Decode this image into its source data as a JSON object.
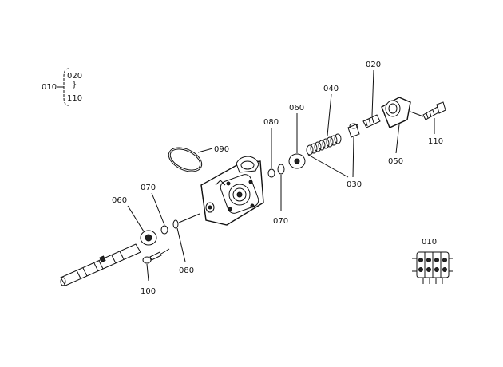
{
  "legend": {
    "main": "010",
    "sub_top": "020",
    "sub_bottom": "110"
  },
  "callouts": {
    "c020": "020",
    "c040": "040",
    "c060_top": "060",
    "c080_top": "080",
    "c090": "090",
    "c070_top": "070",
    "c060_left": "060",
    "c070_bottom": "070",
    "c030": "030",
    "c050": "050",
    "c110": "110",
    "c080_bottom": "080",
    "c100": "100",
    "c010_assembly": "010"
  }
}
